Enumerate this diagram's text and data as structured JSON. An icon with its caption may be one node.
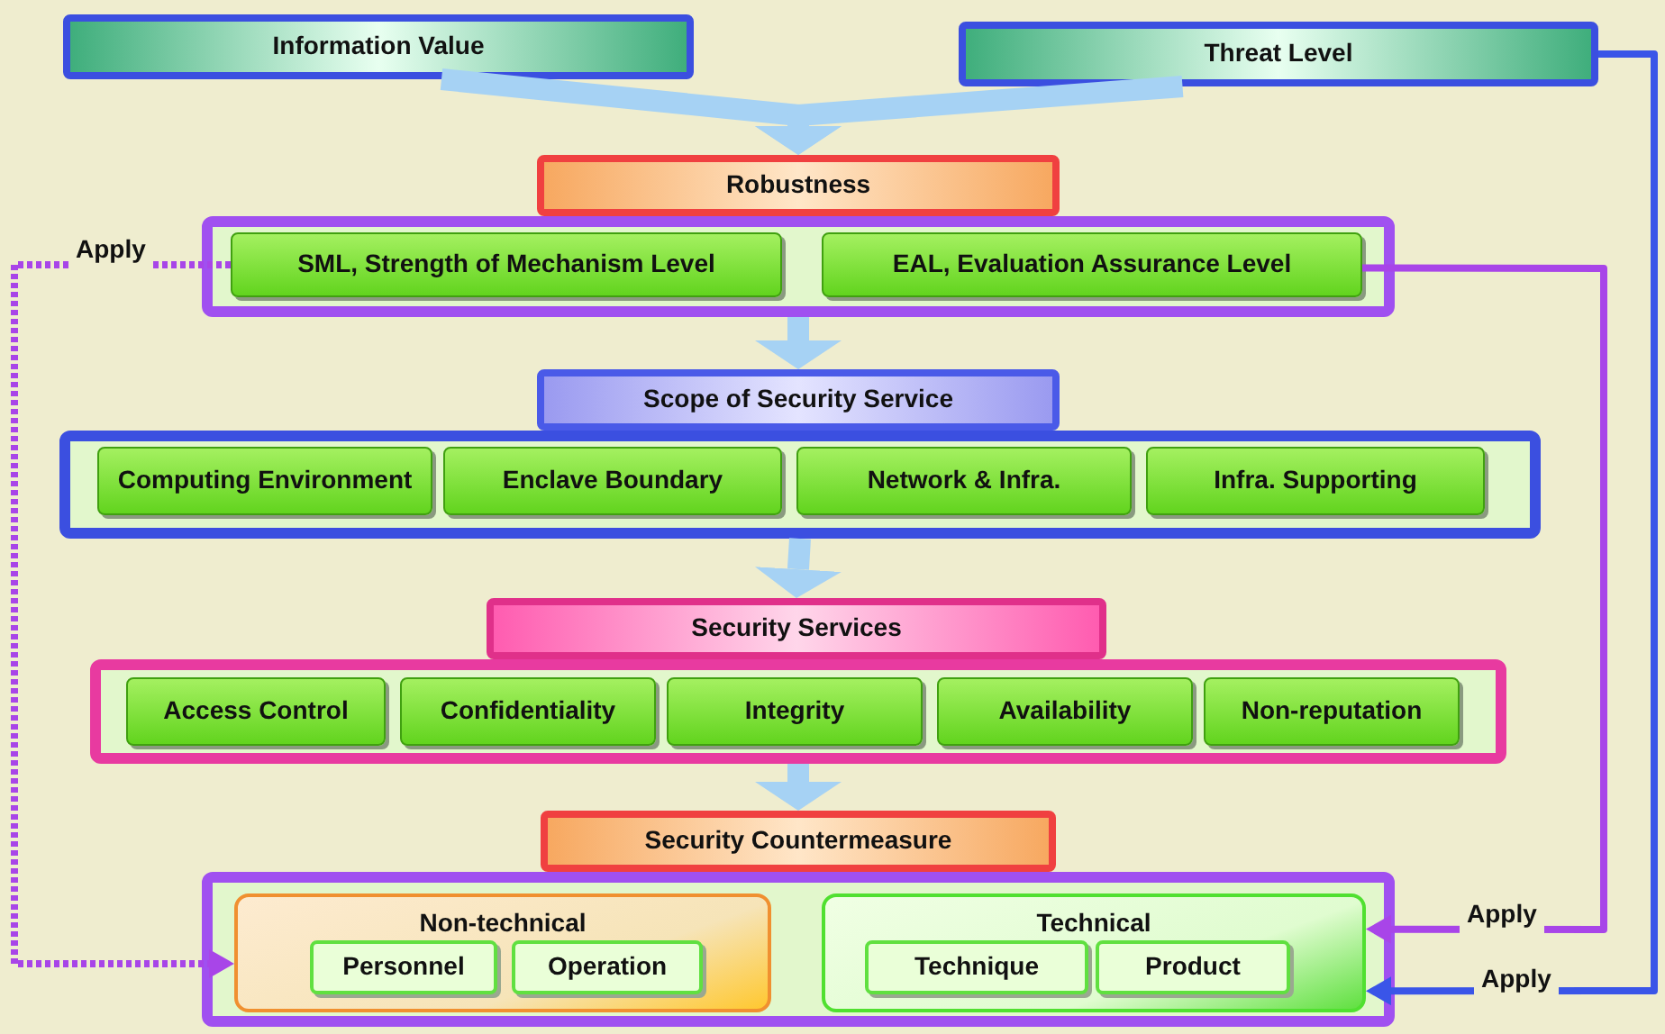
{
  "diagram": {
    "nodes": [
      {
        "text": [
          "Information Value"
        ]
      },
      {
        "text": [
          "Threat Level"
        ]
      },
      {
        "text": [
          "Robustness"
        ]
      },
      {
        "text": [],
        "shape": "box"
      },
      {
        "text": [
          "SML, Strength of Mechanism Level"
        ],
        "in": 3
      },
      {
        "text": [
          "EAL, Evaluation Assurance Level"
        ],
        "in": 3
      },
      {
        "text": [
          "Scope of Security Service"
        ]
      },
      {
        "text": [],
        "shape": "box"
      },
      {
        "text": [
          "Computing Environment"
        ],
        "in": 7
      },
      {
        "text": [
          "Enclave Boundary"
        ],
        "in": 7
      },
      {
        "text": [
          "Network & Infra."
        ],
        "in": 7
      },
      {
        "text": [
          "Infra. Supporting"
        ],
        "in": 7
      },
      {
        "text": [
          "Security Services"
        ]
      },
      {
        "text": [],
        "shape": "box"
      },
      {
        "text": [
          "Access Control"
        ],
        "in": 13
      },
      {
        "text": [
          "Confidentiality"
        ],
        "in": 13
      },
      {
        "text": [
          "Integrity"
        ],
        "in": 13
      },
      {
        "text": [
          "Availability"
        ],
        "in": 13
      },
      {
        "text": [
          "Non-reputation"
        ],
        "in": 13
      },
      {
        "text": [
          "Security Countermeasure"
        ]
      },
      {
        "text": [],
        "shape": "box"
      },
      {
        "text": [
          "Non-technical"
        ],
        "in": 20
      },
      {
        "text": [
          "Personnel"
        ],
        "in": 21
      },
      {
        "text": [
          "Operation"
        ],
        "in": 21
      },
      {
        "text": [
          "Technical"
        ],
        "in": 20
      },
      {
        "text": [
          "Technique"
        ],
        "in": 24
      },
      {
        "text": [
          "Product"
        ],
        "in": 24
      }
    ],
    "edges": [
      {
        "from": 0,
        "to": 2,
        "arrow": "to"
      },
      {
        "from": 1,
        "to": 2,
        "arrow": "to"
      },
      {
        "from": 3,
        "to": 6,
        "arrow": "to"
      },
      {
        "from": 7,
        "to": 12,
        "arrow": "to"
      },
      {
        "from": 13,
        "to": 19,
        "arrow": "to"
      },
      {
        "from": 4,
        "to": 21,
        "arrow": "to",
        "label": "Apply",
        "style": "dashed",
        "color": "#a845e8"
      },
      {
        "from": 5,
        "to": 24,
        "arrow": "to",
        "label": "Apply",
        "color": "#a845e8"
      },
      {
        "from": 1,
        "to": 24,
        "arrow": "to",
        "label": "Apply",
        "color": "#3a55e8"
      }
    ]
  }
}
